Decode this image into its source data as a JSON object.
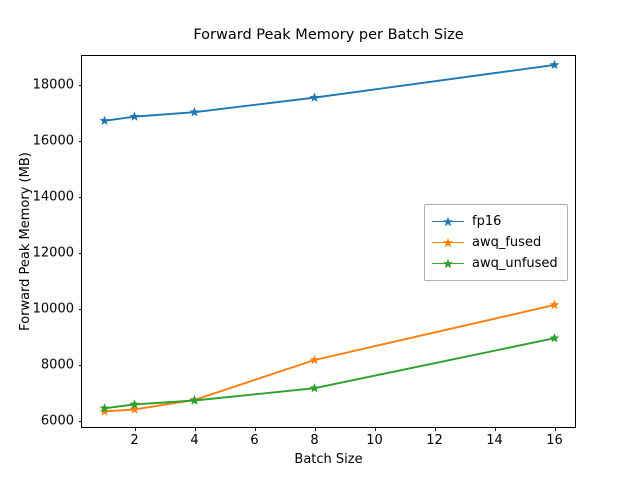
{
  "chart_data": {
    "type": "line",
    "title": "Forward Peak Memory per Batch Size",
    "xlabel": "Batch Size",
    "ylabel": "Forward Peak Memory (MB)",
    "x": [
      1,
      2,
      4,
      8,
      16
    ],
    "xlim": [
      0.25,
      16.75
    ],
    "ylim": [
      5700,
      19050
    ],
    "xticks": [
      2,
      4,
      6,
      8,
      10,
      12,
      14,
      16
    ],
    "xtick_labels": [
      "2",
      "4",
      "6",
      "8",
      "10",
      "12",
      "14",
      "16"
    ],
    "yticks": [
      6000,
      8000,
      10000,
      12000,
      14000,
      16000,
      18000
    ],
    "ytick_labels": [
      "6000",
      "8000",
      "10000",
      "12000",
      "14000",
      "16000",
      "18000"
    ],
    "grid": false,
    "marker": "star",
    "legend_position": "center right",
    "series": [
      {
        "name": "fp16",
        "color": "#1f77b4",
        "values": [
          16730,
          16880,
          17040,
          17560,
          18730
        ]
      },
      {
        "name": "awq_fused",
        "color": "#ff7f0e",
        "values": [
          6330,
          6400,
          6740,
          8170,
          10140
        ]
      },
      {
        "name": "awq_unfused",
        "color": "#2ca02c",
        "values": [
          6440,
          6580,
          6720,
          7160,
          8950
        ]
      }
    ]
  }
}
